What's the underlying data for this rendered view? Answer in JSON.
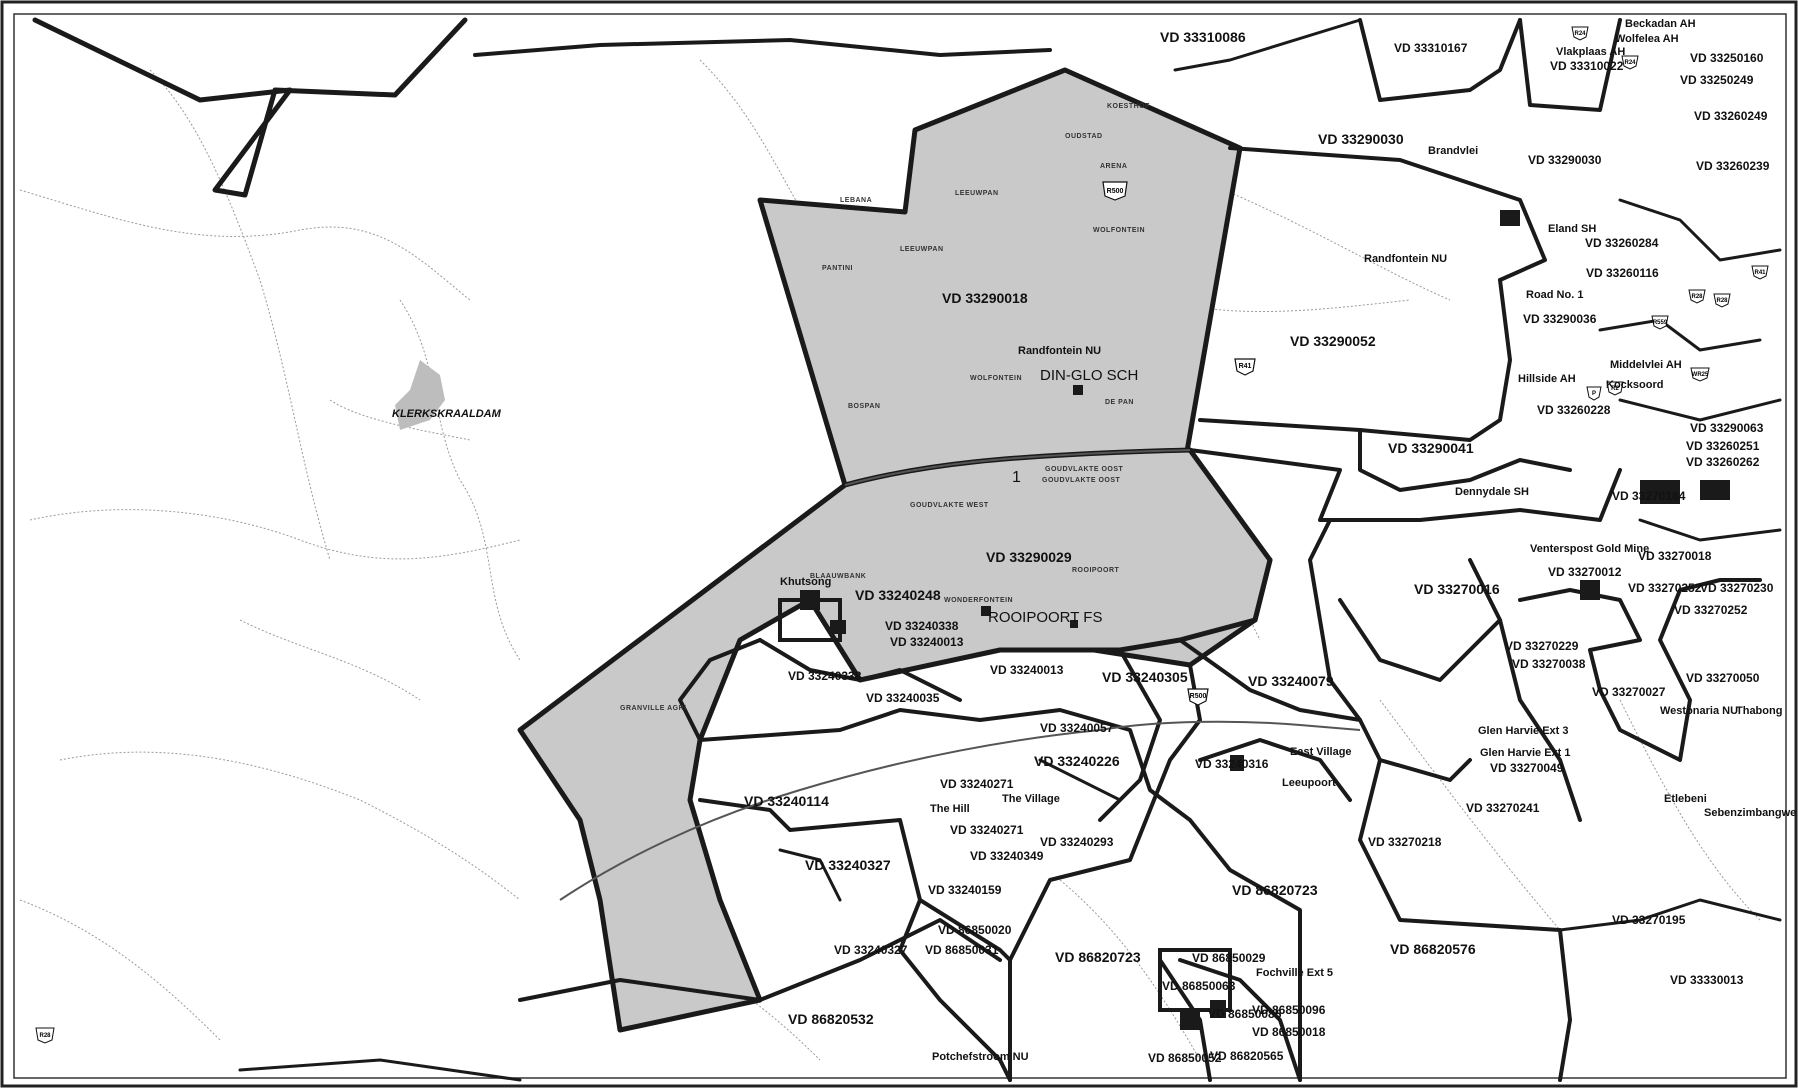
{
  "map": {
    "route_shields": [
      "R500",
      "R41",
      "R500",
      "R24",
      "R24",
      "R28",
      "R41",
      "R559",
      "WR25",
      "R28",
      "R2",
      "P",
      "R28"
    ],
    "route_number": "1",
    "voting_districts": [
      "VD 33310086",
      "VD 33310167",
      "VD 33310022",
      "VD 33250160",
      "VD 33250249",
      "VD 33290030",
      "VD 33290030",
      "VD 33260249",
      "VD 33260239",
      "VD 33260284",
      "VD 33260116",
      "VD 33290018",
      "VD 33290052",
      "VD 33290036",
      "VD 33260228",
      "VD 33290041",
      "VD 33290063",
      "VD 33260251",
      "VD 33260262",
      "VD 33290029",
      "VD 33240248",
      "VD 33240338",
      "VD 33240013",
      "VD 33240338",
      "VD 33240305",
      "VD 33240079",
      "VD 33240013",
      "VD 33240035",
      "VD 33240057",
      "VD 33240226",
      "VD 33240316",
      "VD 33240114",
      "VD 33240271",
      "VD 33240271",
      "VD 33240293",
      "VD 33240327",
      "VD 33240349",
      "VD 33240159",
      "VD 33240327",
      "VD 86850020",
      "VD 86850031",
      "VD 86820532",
      "VD 86820723",
      "VD 86820723",
      "VD 86850029",
      "VD 86850063",
      "VD 86850085",
      "VD 86850096",
      "VD 86850018",
      "VD 86850052",
      "VD 86820565",
      "VD 33270184",
      "VD 33270016",
      "VD 33270012",
      "VD 33270018",
      "VD 33270252",
      "VD 33270230",
      "VD 33270252",
      "VD 33270229",
      "VD 33270038",
      "VD 33270050",
      "VD 33270027",
      "VD 33270049",
      "VD 33270241",
      "VD 33270218",
      "VD 86820576",
      "VD 33270195",
      "VD 33330013"
    ],
    "places": [
      "Beckadan AH",
      "Wolfelea AH",
      "Vlakplaas AH",
      "Brandvlei",
      "Eland SH",
      "Randfontein NU",
      "Randfontein NU",
      "Road No. 1",
      "Middelvlei AH",
      "Hillside AH",
      "Kocksoord",
      "DIN-GLO SCH",
      "ROOIPOORT FS",
      "Khutsong",
      "Dennydale SH",
      "Venterspost Gold Mine",
      "East Village",
      "Leeupoort",
      "The Village",
      "The Hill",
      "Glen Harvie Ext 3",
      "Glen Harvie Ext 1",
      "Westonaria NU",
      "Thabong",
      "Etlebeni",
      "Sebenzimbangwe",
      "Fochville Ext 5",
      "Potchefstroom NU",
      "KLERKSKRAALDAM"
    ],
    "farms": [
      "KOESTHOF",
      "OUDSTAD",
      "ARENA",
      "LEBANA",
      "LEEUWPAN",
      "WOLFONTEIN",
      "LEEUWPAN",
      "PANTINI",
      "WOLFONTEIN",
      "DE PAN",
      "BOSPAN",
      "GOUDVLAKTE OOST",
      "GOUDVLAKTE WEST",
      "GOUDVLAKTE OOST",
      "ROOIPOORT",
      "WONDERFONTEIN",
      "BLAAUWBANK",
      "GRANVILLE AGRI"
    ]
  }
}
